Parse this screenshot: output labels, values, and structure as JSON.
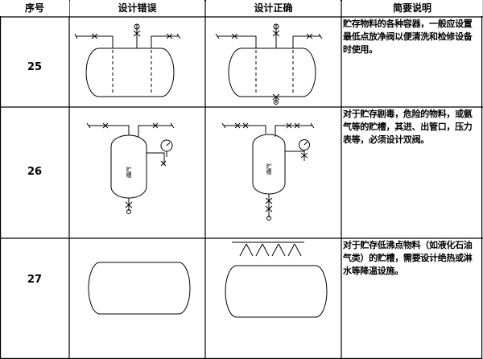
{
  "table": {
    "headers": {
      "seq": "序号",
      "wrong": "设计错误",
      "correct": "设计正确",
      "desc": "简要说明"
    },
    "rows": [
      {
        "seq": "25",
        "desc": "贮存物料的各种容器，一般应设置最低点放净阀以便清洗和检修设备时使用。"
      },
      {
        "seq": "26",
        "desc": "对于贮存剧毒，危险的物料，或氨气等的贮槽，其进、出管口，压力表等，必须设计双阀。",
        "tank_label_wrong": "贮槽",
        "tank_label_correct": "贮槽"
      },
      {
        "seq": "27",
        "desc": "对于贮存低沸点物料（如液化石油气类）的贮槽，需要设计绝热或淋水等降温设施。"
      }
    ]
  },
  "colors": {
    "line": "#000000",
    "background": "#ffffff"
  }
}
